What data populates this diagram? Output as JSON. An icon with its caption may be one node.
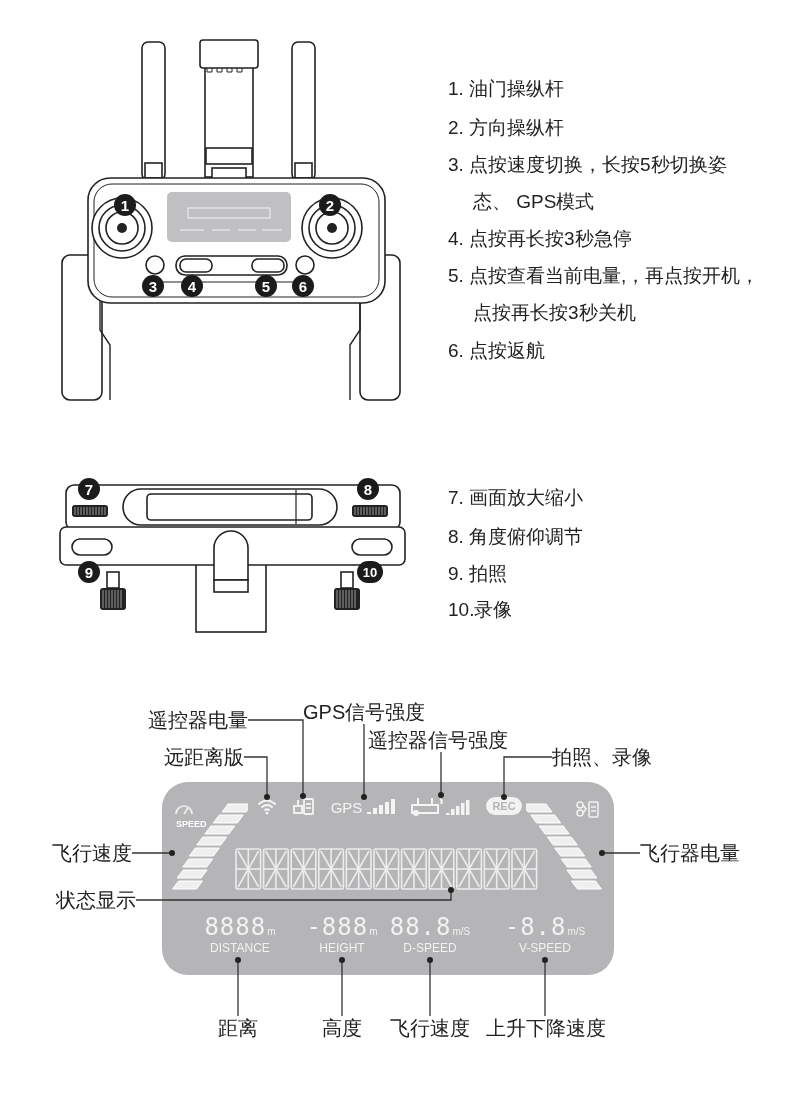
{
  "diagram": {
    "nodes": [
      {
        "text": [
          "遥控器电量"
        ]
      },
      {
        "text": [
          "GPS信号强度"
        ]
      },
      {
        "text": [
          "远距离版"
        ]
      },
      {
        "text": [
          "遥控器信号强度"
        ]
      },
      {
        "text": [
          "拍照、录像"
        ]
      },
      {
        "text": [
          "飞行速度"
        ]
      },
      {
        "text": [
          "飞行器电量"
        ]
      },
      {
        "text": [
          "状态显示"
        ]
      },
      {
        "text": [],
        "shape": "box"
      },
      {
        "text": [],
        "shape": "icon",
        "in": 8
      },
      {
        "text": [],
        "shape": "icon",
        "in": 8
      },
      {
        "text": [
          "GPS"
        ],
        "in": 8
      },
      {
        "text": [],
        "shape": "icon",
        "in": 8
      },
      {
        "text": [
          "REC"
        ],
        "in": 8
      },
      {
        "text": [],
        "shape": "bar",
        "in": 8
      },
      {
        "text": [],
        "shape": "bar",
        "in": 8
      },
      {
        "text": [],
        "shape": "box",
        "in": 8
      },
      {
        "text": [
          "8888",
          "m",
          "DISTANCE"
        ],
        "in": 8
      },
      {
        "text": [
          "-888",
          "m",
          "HEIGHT"
        ],
        "in": 8
      },
      {
        "text": [
          "88.8",
          "m/S",
          "D-SPEED"
        ],
        "in": 8
      },
      {
        "text": [
          "-8.8",
          "m/S",
          "V-SPEED"
        ],
        "in": 8
      },
      {
        "text": [
          "距离"
        ]
      },
      {
        "text": [
          "高度"
        ]
      },
      {
        "text": [
          "飞行速度"
        ]
      },
      {
        "text": [
          "上升下降速度"
        ]
      }
    ],
    "edges": [
      {
        "from": 0,
        "to": 10,
        "arrow": "other"
      },
      {
        "from": 1,
        "to": 11,
        "arrow": "other"
      },
      {
        "from": 2,
        "to": 9,
        "arrow": "other"
      },
      {
        "from": 3,
        "to": 12,
        "arrow": "other"
      },
      {
        "from": 4,
        "to": 13,
        "arrow": "other"
      },
      {
        "from": 5,
        "to": 14,
        "arrow": "other"
      },
      {
        "from": 6,
        "to": 15,
        "arrow": "other"
      },
      {
        "from": 7,
        "to": 16,
        "arrow": "other"
      },
      {
        "from": 21,
        "to": 17,
        "arrow": "other"
      },
      {
        "from": 22,
        "to": 18,
        "arrow": "other"
      },
      {
        "from": 23,
        "to": 19,
        "arrow": "other"
      },
      {
        "from": 24,
        "to": 20,
        "arrow": "other"
      }
    ],
    "labels": [
      "1",
      "2",
      "3",
      "4",
      "5",
      "6",
      "1. 油门操纵杆",
      "2. 方向操纵杆",
      "3. 点按速度切换，长按5秒切换姿态、 GPS模式",
      "4. 点按再长按3秒急停",
      "5. 点按查看当前电量,，再点按开机，点按再长按3秒关机",
      "6. 点按返航",
      "7",
      "8",
      "9",
      "10",
      "7. 画面放大缩小",
      "8. 角度俯仰调节",
      "9. 拍照",
      "10.录像",
      "SPEED"
    ]
  }
}
